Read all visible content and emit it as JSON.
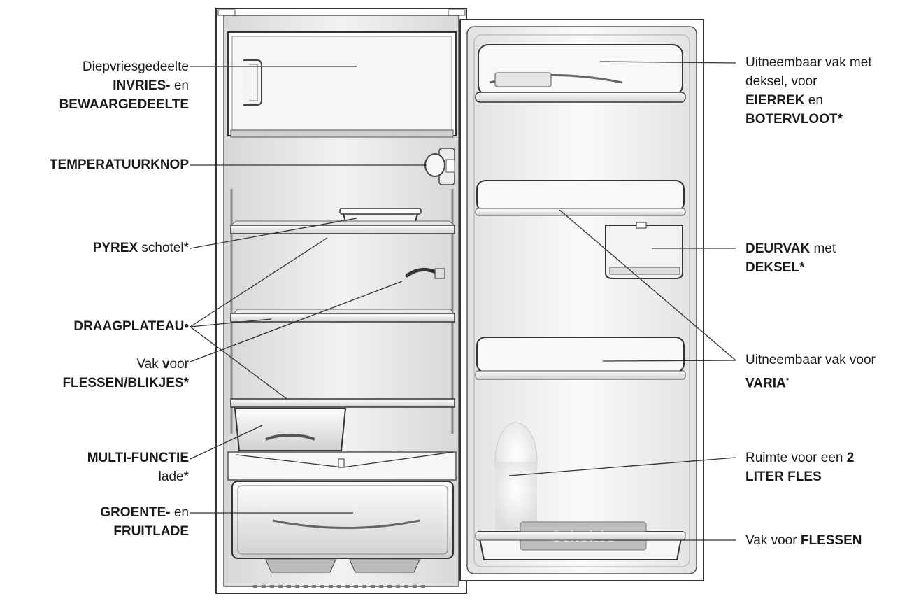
{
  "brand_logo": "Scholtès",
  "labels": {
    "diepvries": {
      "line1": "Diepvriesgedeelte",
      "line2_bold": "INVRIES-",
      "line2_rest": " en",
      "line3_bold": "BEWAARGEDEELTE"
    },
    "temperatuurknop": {
      "bold": "TEMPERATUURKNOP"
    },
    "pyrex": {
      "bold": "PYREX",
      "rest": " schotel*"
    },
    "draagplateau": {
      "bold": "DRAAGPLATEAU•"
    },
    "flessen_blikjes": {
      "line1_pre": "Vak ",
      "line1_bold": "v",
      "line1_post": "oor",
      "line2_bold": "FLESSEN/BLIKJES*"
    },
    "multifunctie": {
      "line1_bold": "MULTI-FUNCTIE",
      "line2": "lade*"
    },
    "groente": {
      "line1_bold": "GROENTE-",
      "line1_rest": " en",
      "line2_bold": "FRUITLADE"
    },
    "eierrek": {
      "line1": "Uitneembaar vak met",
      "line2": "deksel, voor",
      "line3_bold": "EIERREK",
      "line3_rest": " en",
      "line4_bold": "BOTERVLOOT*"
    },
    "deurvak": {
      "line1_bold": "DEURVAK",
      "line1_rest": " met",
      "line2_bold": "DEKSEL*"
    },
    "varia": {
      "line1": "Uitneembaar vak voor",
      "line2_bold": "VARIA",
      "line2_sup": "•"
    },
    "ruimte_2l": {
      "line1_pre": "Ruimte voor een ",
      "line1_bold": "2",
      "line2_bold": "LITER FLES"
    },
    "vak_flessen": {
      "pre": "Vak voor ",
      "bold": "FLESSEN"
    }
  },
  "colors": {
    "line": "#333333",
    "body": "#f4f4f4",
    "shade": "#dcdcdc",
    "dark": "#9a9a9a"
  }
}
